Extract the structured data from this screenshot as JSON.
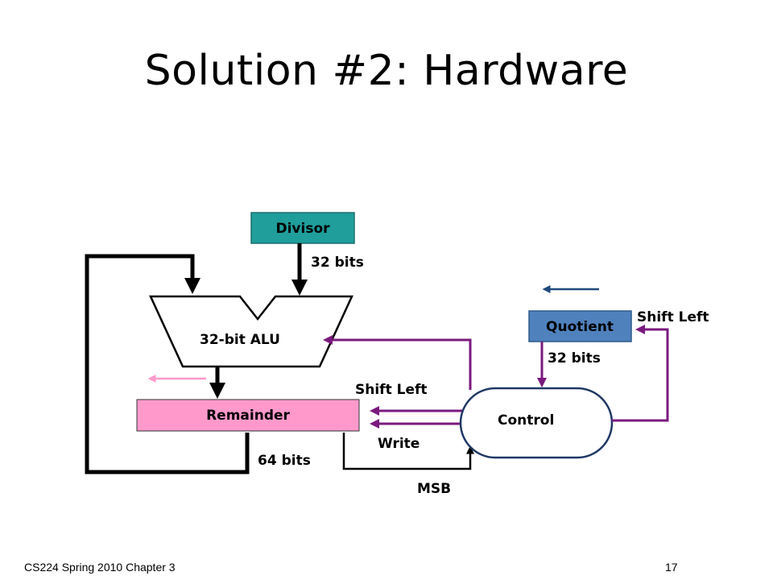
{
  "slide": {
    "title": "Solution #2: Hardware",
    "footer_left": "CS224 Spring 2010 Chapter 3",
    "page_number": "17"
  },
  "diagram": {
    "divisor": {
      "label": "Divisor",
      "bits": "32 bits",
      "color": "#1f9e9b"
    },
    "alu": {
      "label": "32-bit ALU"
    },
    "remainder": {
      "label": "Remainder",
      "bits": "64 bits",
      "color": "#ff99cc",
      "shift": "Shift Left",
      "write": "Write",
      "msb": "MSB"
    },
    "quotient": {
      "label": "Quotient",
      "bits": "32 bits",
      "color": "#4f81bd",
      "shift": "Shift Left"
    },
    "control": {
      "label": "Control"
    },
    "colors": {
      "control_lines": "#7b1a7e",
      "data_lines": "#000000",
      "quotient_arrow": "#1f497d",
      "remainder_arrow": "#ff99cc"
    }
  }
}
